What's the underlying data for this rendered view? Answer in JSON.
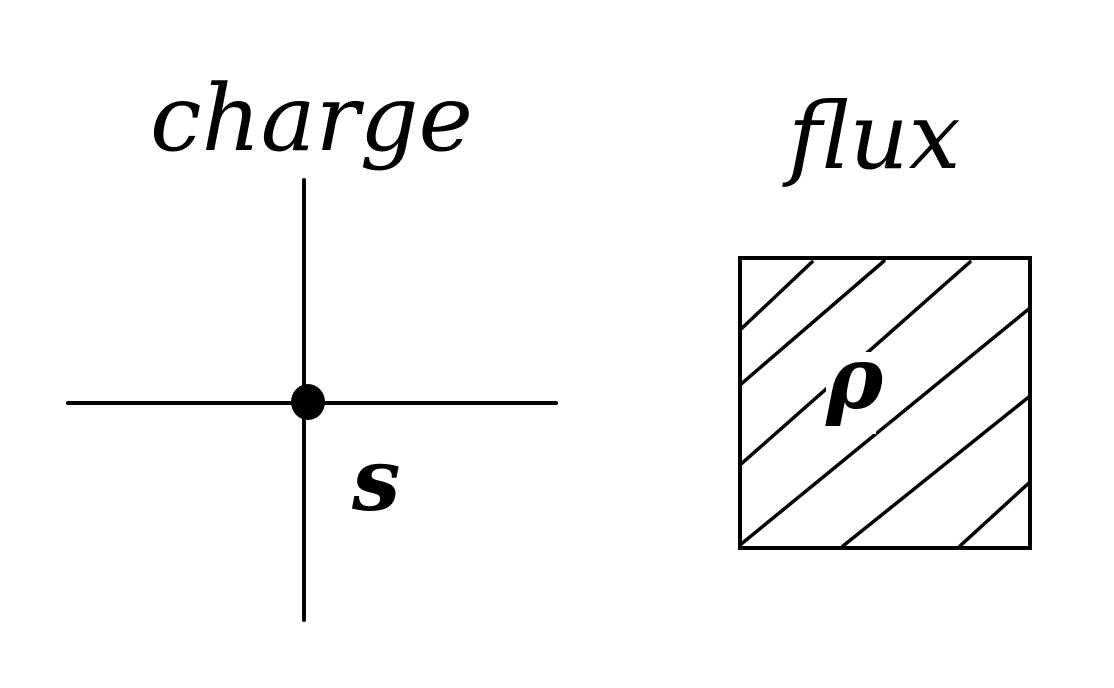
{
  "left_panel": {
    "title": "charge",
    "point_label": "s"
  },
  "right_panel": {
    "title": "flux",
    "region_label": "ρ"
  },
  "colors": {
    "ink": "#000000",
    "background": "#ffffff"
  }
}
